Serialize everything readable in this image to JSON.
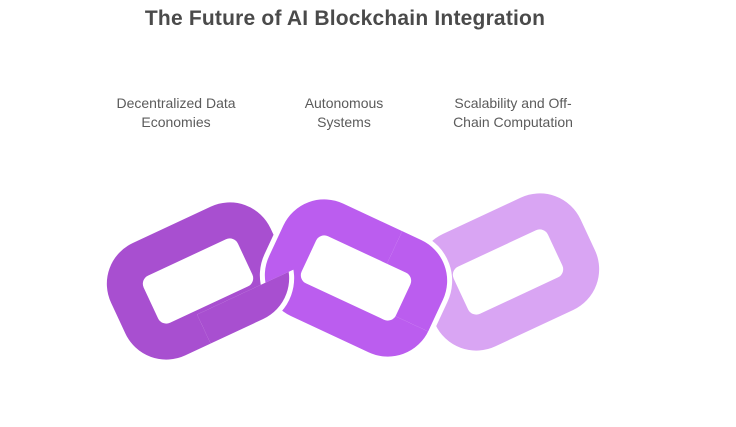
{
  "title": "The Future of AI Blockchain Integration",
  "columns": [
    {
      "label": "Decentralized Data Economies"
    },
    {
      "label": "Autonomous Systems"
    },
    {
      "label": "Scalability and Off-Chain Computation"
    }
  ],
  "graphic": {
    "type": "interlocked-chain-links",
    "links": [
      {
        "name": "left-link",
        "color": "#a84fd0"
      },
      {
        "name": "middle-link",
        "color": "#bb5def"
      },
      {
        "name": "right-link",
        "color": "#d9a5f3"
      }
    ]
  },
  "colors": {
    "background": "#ffffff",
    "title_text": "#4a4a4a",
    "label_text": "#5b5b5b",
    "link_gap": "#ffffff",
    "link_left": "#a84fd0",
    "link_middle": "#bb5def",
    "link_right": "#d9a5f3"
  }
}
